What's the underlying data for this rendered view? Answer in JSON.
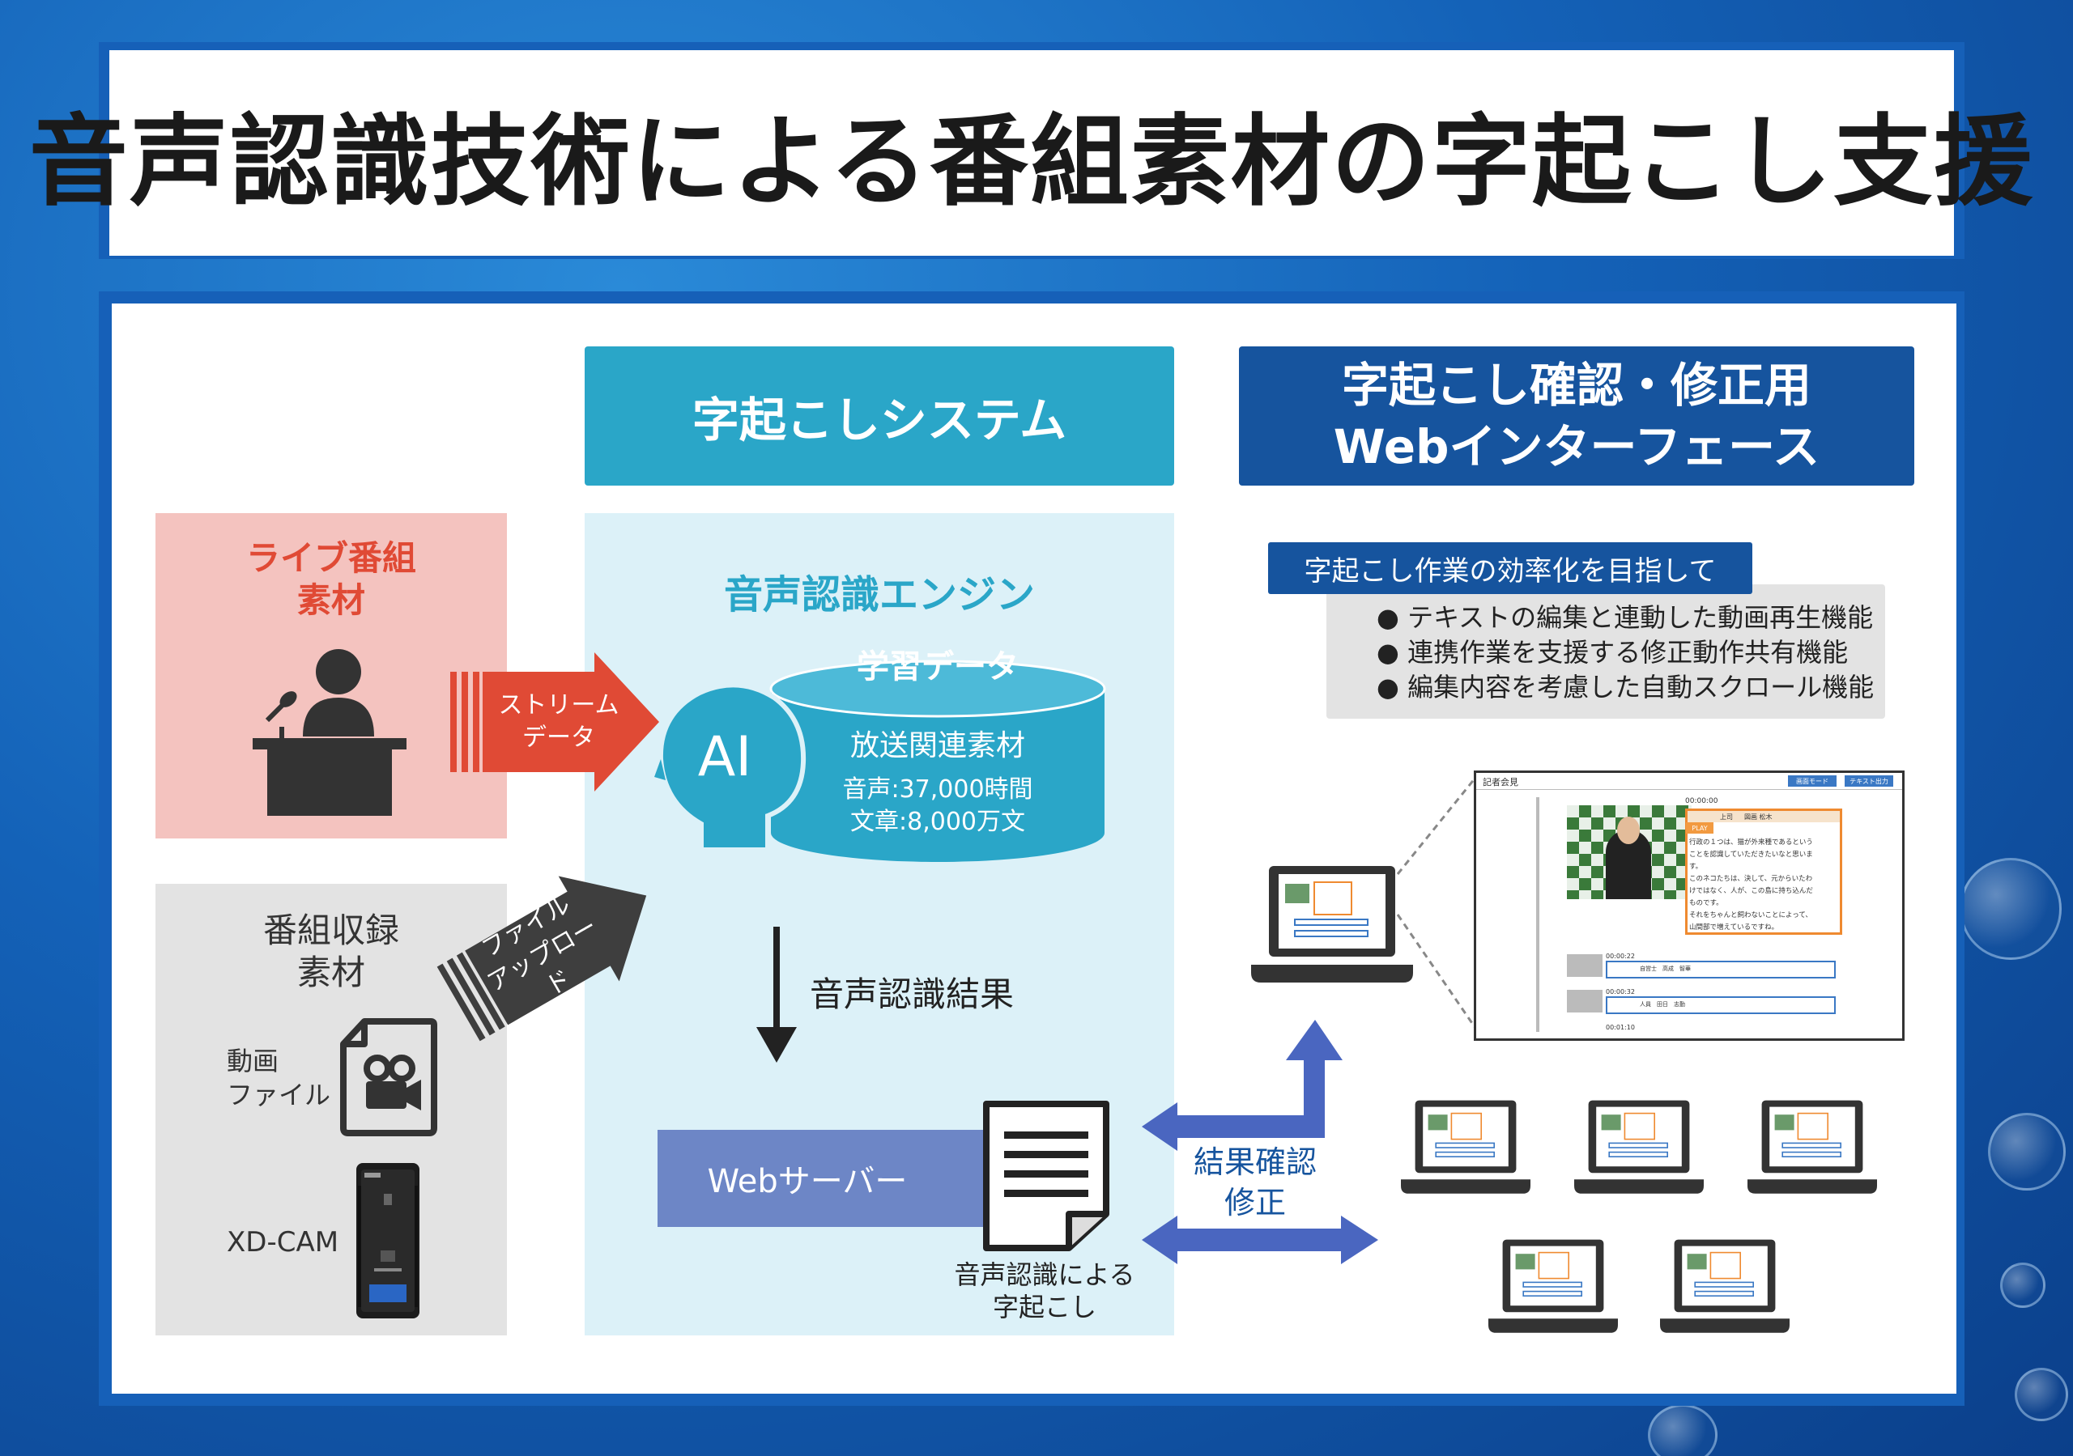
{
  "title": "音声認識技術による番組素材の字起こし支援",
  "system_header": "字起こしシステム",
  "web_header": "字起こし確認・修正用\nWebインターフェース",
  "live": {
    "title": "ライブ番組\n素材"
  },
  "recorded": {
    "title": "番組収録\n素材",
    "video_label": "動画\nファイル",
    "xdcam_label": "XD-CAM"
  },
  "stream_arrow": "ストリーム\nデータ",
  "upload_arrow": "ファイル\nアップロード",
  "engine": {
    "title": "音声認識エンジン",
    "ai_label": "AI",
    "learning_data": "学習データ",
    "db_title": "放送関連素材",
    "db_line1": "音声:37,000時間",
    "db_line2": "文章:8,000万文"
  },
  "result_label": "音声認識結果",
  "webserver_label": "Webサーバー",
  "doc_caption": "音声認識による\n字起こし",
  "confirm_label": "結果確認\n修正",
  "efficiency": {
    "heading": "字起こし作業の効率化を目指して",
    "bullets": [
      "テキストの編集と連動した動画再生機能",
      "連携作業を支援する修正動作共有機能",
      "編集内容を考慮した自動スクロール機能"
    ]
  },
  "screen": {
    "header": "記者会見",
    "btn1": "画面モード",
    "btn2": "テキスト出力",
    "time1": "00:00:00",
    "play": "PLAY",
    "speaker_tag": "上司",
    "speaker_name": "図画 松木",
    "transcript": [
      "行政の１つは、猫が外来種であるという",
      "ことを認識していただきたいなと思いま",
      "す。",
      "このネコたちは、決して、元からいたわ",
      "けではなく、人が、この島に持ち込んだ",
      "ものです。",
      "それをちゃんと飼わないことによって、",
      "山間部で増えているですね。"
    ],
    "time2": "00:00:22",
    "row2": "自営士　高成　智華",
    "time3": "00:00:32",
    "row3": "人員　田日　志勤",
    "time4": "00:01:10"
  },
  "colors": {
    "teal": "#2aa6c8",
    "navy": "#16549e",
    "live_bg": "#f4c3bf",
    "live_red": "#e04a35",
    "gray_bg": "#e3e3e3",
    "dark_arrow": "#3e3e3e",
    "light_blue": "#dcf1f8",
    "server": "#6d86c6",
    "blue_arrow": "#4a66c0"
  },
  "icons": [
    "speaker-podium-icon",
    "video-file-icon",
    "xd-cam-device-icon",
    "ai-head-icon",
    "database-cylinder-icon",
    "document-icon",
    "laptop-icon"
  ]
}
